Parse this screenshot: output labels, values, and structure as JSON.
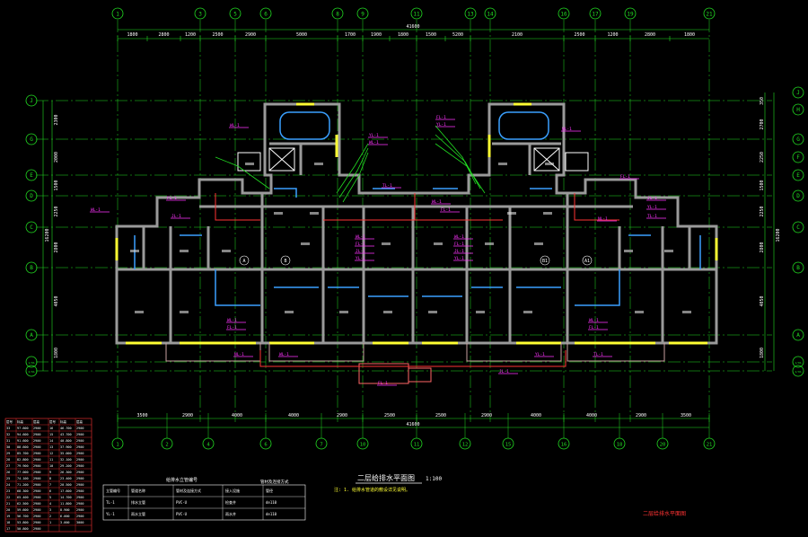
{
  "drawing": {
    "title": "二层给排水平面图",
    "scale": "1:100",
    "note": "注: 1. 给排水管道的敷设详见说明。",
    "corner_stamp": "二层给排水平面图",
    "colors": {
      "background": "#000000",
      "axis": "#22dd22",
      "wall": "#9a9a9a",
      "window": "#ffff33",
      "pipe_label": "#ff33ff",
      "pipe": "#ff3333",
      "dimension": "#ffffff",
      "partition": "#3aa0ff"
    }
  },
  "axes_top": [
    "1",
    "3",
    "5",
    "6",
    "8",
    "9",
    "11",
    "13",
    "14",
    "16",
    "17",
    "19",
    "21"
  ],
  "axes_bottom": [
    "1",
    "2",
    "4",
    "6",
    "7",
    "10",
    "11",
    "12",
    "15",
    "16",
    "18",
    "20",
    "21"
  ],
  "axes_left": [
    "J",
    "G",
    "E",
    "D",
    "C",
    "B",
    "A",
    "1/0A",
    "2/0A"
  ],
  "axes_right": [
    "J",
    "H",
    "G",
    "F",
    "E",
    "D",
    "C",
    "B",
    "A",
    "1/0A",
    "2/0A"
  ],
  "dims_top_row1": [
    "1800",
    "2800",
    "1200",
    "2500",
    "2900",
    "5000",
    "1700",
    "1900",
    "1800",
    "1500",
    "5200",
    "2100",
    "2500",
    "1200",
    "2800",
    "1800"
  ],
  "dims_top_total": "41600",
  "dims_bottom_row1": [
    "3500",
    "2900",
    "4000",
    "4000",
    "2900",
    "2500",
    "2500",
    "2900",
    "4000",
    "4000",
    "2900",
    "3500"
  ],
  "dims_bottom_total": "41600",
  "dims_left": [
    "2300",
    "2000",
    "1500",
    "2250",
    "2800",
    "4050",
    "1800"
  ],
  "dims_right": [
    "350",
    "2700",
    "2250",
    "1500",
    "2250",
    "2800",
    "4050",
    "1800"
  ],
  "dims_left_total": "16200",
  "dims_right_total": "16200",
  "unit_letters": [
    "A",
    "B",
    "B1",
    "A1"
  ],
  "pipe_tags": [
    "WL-1",
    "FL-1",
    "JL-1",
    "YL-1",
    "TL-1",
    "NL-1"
  ],
  "floor_table": {
    "headers": [
      "层号",
      "标高",
      "层高",
      "层号",
      "标高",
      "层高"
    ],
    "rows": [
      [
        "33",
        "97.600",
        "2900",
        "16",
        "46.700",
        "2900"
      ],
      [
        "32",
        "94.600",
        "2900",
        "15",
        "43.700",
        "2900"
      ],
      [
        "31",
        "91.600",
        "2900",
        "14",
        "40.800",
        "2900"
      ],
      [
        "30",
        "88.600",
        "2900",
        "13",
        "37.900",
        "2900"
      ],
      [
        "29",
        "85.700",
        "2900",
        "12",
        "35.000",
        "2900"
      ],
      [
        "28",
        "82.800",
        "2900",
        "11",
        "32.100",
        "2900"
      ],
      [
        "27",
        "79.900",
        "2900",
        "10",
        "29.200",
        "2900"
      ],
      [
        "26",
        "77.000",
        "2900",
        "9",
        "26.300",
        "2900"
      ],
      [
        "25",
        "74.100",
        "2900",
        "8",
        "23.400",
        "2900"
      ],
      [
        "24",
        "71.200",
        "2900",
        "7",
        "20.500",
        "2900"
      ],
      [
        "23",
        "68.300",
        "2900",
        "6",
        "17.600",
        "2900"
      ],
      [
        "22",
        "65.400",
        "2900",
        "5",
        "14.700",
        "2900"
      ],
      [
        "21",
        "62.500",
        "2900",
        "4",
        "11.800",
        "2900"
      ],
      [
        "20",
        "59.600",
        "2900",
        "3",
        "8.900",
        "2900"
      ],
      [
        "19",
        "56.700",
        "2900",
        "2",
        "6.000",
        "2900"
      ],
      [
        "18",
        "53.800",
        "2900",
        "1",
        "3.000",
        "3000"
      ],
      [
        "17",
        "50.800",
        "2900",
        "",
        "",
        ""
      ]
    ]
  },
  "legend_table": {
    "title": "给排水立管编号",
    "title2": "管材及连接方式",
    "headers": [
      "立管编号",
      "管道名称",
      "管材及连接方式",
      "接入设施",
      "管径"
    ],
    "rows": [
      [
        "TL-1",
        "排水立管",
        "PVC-U",
        "检查井",
        "de110"
      ],
      [
        "YL-1",
        "雨水立管",
        "PVC-U",
        "雨水井",
        "de110"
      ]
    ]
  }
}
